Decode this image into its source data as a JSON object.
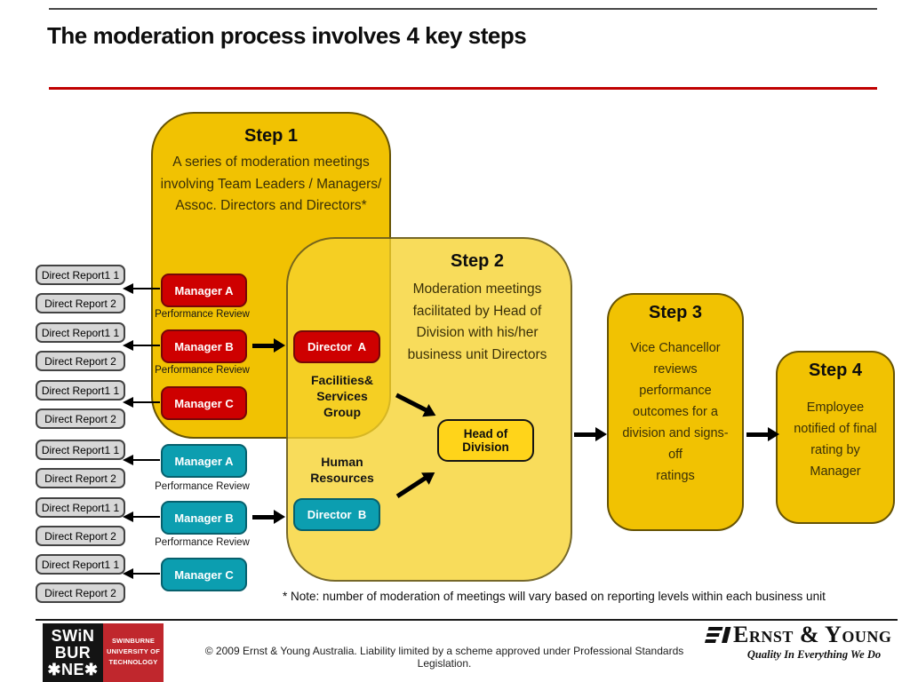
{
  "slide": {
    "title": "The moderation process involves 4 key steps",
    "note": "* Note: number of moderation of meetings will vary based on reporting levels within each business unit"
  },
  "steps": {
    "step1": {
      "title": "Step 1",
      "lines": [
        "A series of moderation meetings",
        "involving Team Leaders / Managers/",
        "Assoc. Directors and  Directors*"
      ]
    },
    "step2": {
      "title": "Step 2",
      "lines": [
        "Moderation meetings",
        "facilitated by Head of",
        "Division with his/her",
        "business unit Directors"
      ]
    },
    "step3": {
      "title": "Step 3",
      "lines": [
        "Vice Chancellor",
        "reviews",
        "performance",
        "outcomes for a",
        "division and signs-",
        "off",
        "ratings"
      ]
    },
    "step4": {
      "title": "Step 4",
      "lines": [
        "Employee",
        "notified of final",
        "rating by",
        "Manager"
      ]
    }
  },
  "org": {
    "direct_reports": [
      "Direct Report1 1",
      "Direct Report 2",
      "Direct Report1 1",
      "Direct Report 2",
      "Direct Report1 1",
      "Direct Report 2",
      "Direct Report1 1",
      "Direct Report 2",
      "Direct Report1 1",
      "Direct Report 2",
      "Direct Report1 1",
      "Direct Report 2"
    ],
    "red_managers": [
      "Manager A",
      "Manager B",
      "Manager C"
    ],
    "teal_managers": [
      "Manager A",
      "Manager B",
      "Manager C"
    ],
    "director_a": "Director  A",
    "director_b": "Director  B",
    "head_of_division": "Head of Division",
    "facilities_label": [
      "Facilities&",
      "Services",
      "Group"
    ],
    "hr_label": [
      "Human",
      "Resources"
    ],
    "performance_review": "Performance Review"
  },
  "footer": {
    "swinburne_wordmark": [
      "SWiN",
      "BUR",
      "✱NE✱"
    ],
    "swinburne_unit": [
      "SWINBURNE",
      "UNIVERSITY OF",
      "TECHNOLOGY"
    ],
    "copyright": "© 2009 Ernst & Young Australia. Liability limited by a scheme approved under Professional Standards Legislation.",
    "ey_name": "Ernst & Young",
    "ey_tagline": "Quality In Everything We Do"
  },
  "colors": {
    "gold": "#F1C202",
    "light_yellow": "#F7DB68",
    "node_red": "#CE0000",
    "node_teal": "#0C9EB0",
    "node_gray": "#D7D7D7",
    "head_gold": "#FFD41A",
    "accent_red_rule": "#C00000",
    "swinburne_red": "#C0272D"
  }
}
